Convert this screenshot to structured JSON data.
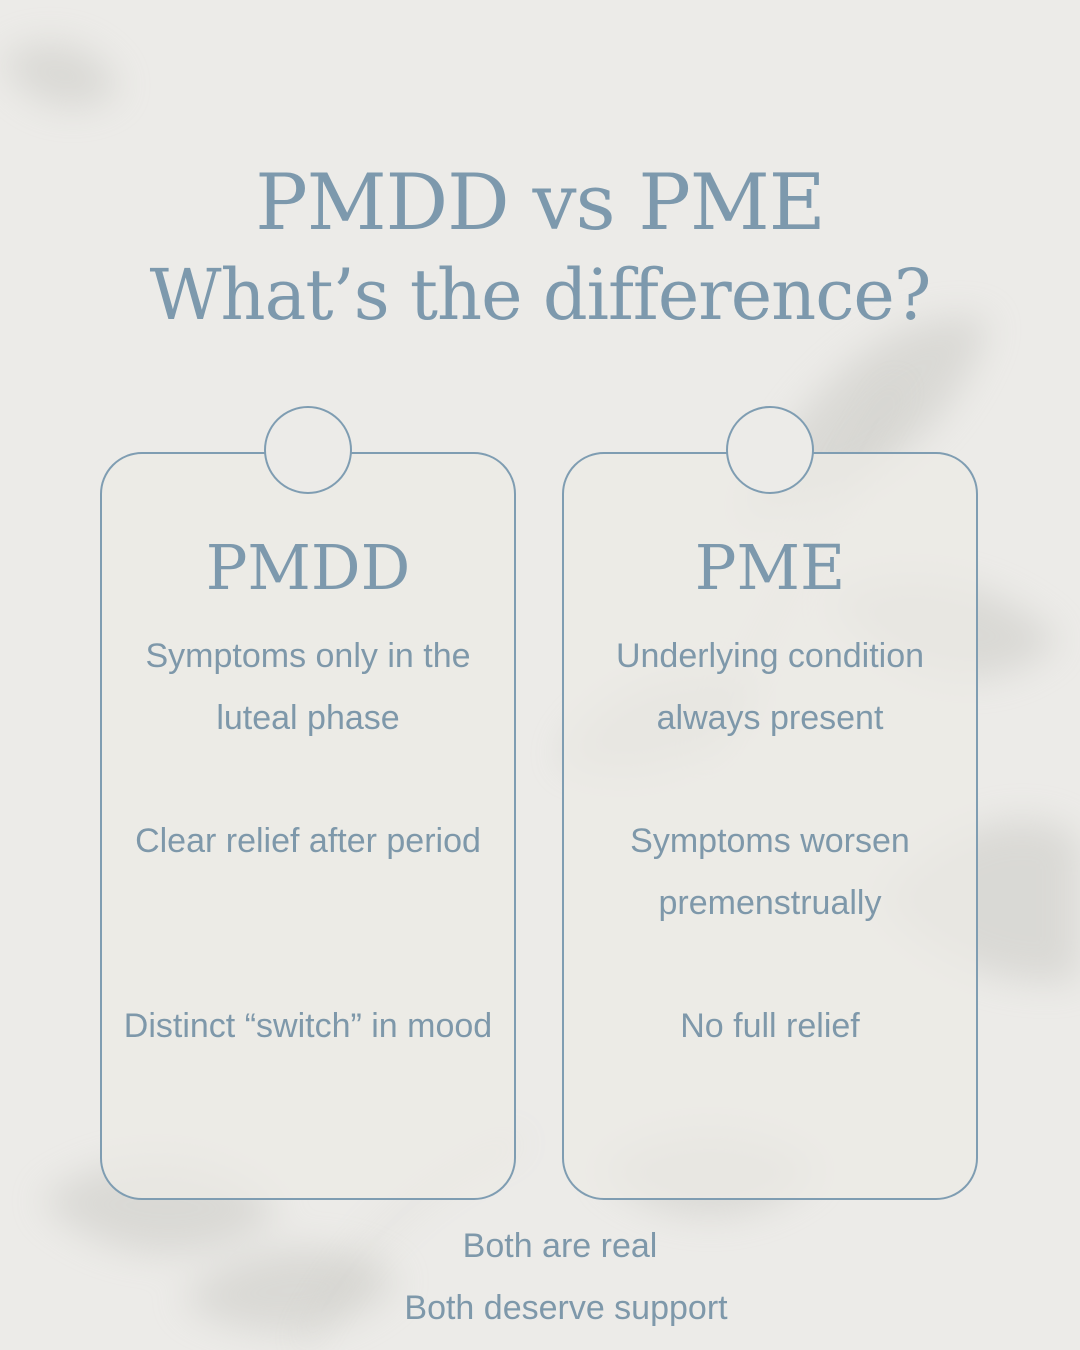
{
  "title": {
    "line1": "PMDD vs PME",
    "line2": "What’s the difference?"
  },
  "cards": [
    {
      "heading": "PMDD",
      "points": [
        "Symptoms only in the luteal phase",
        "Clear relief after period",
        "Distinct “switch” in mood"
      ]
    },
    {
      "heading": "PME",
      "points": [
        "Underlying condition always present",
        "Symptoms worsen premenstrually",
        "No full relief"
      ]
    }
  ],
  "footer": {
    "line1": "Both are real",
    "line2": "Both deserve support"
  },
  "colors": {
    "background": "#ecebe8",
    "accent": "#7d99ad"
  }
}
